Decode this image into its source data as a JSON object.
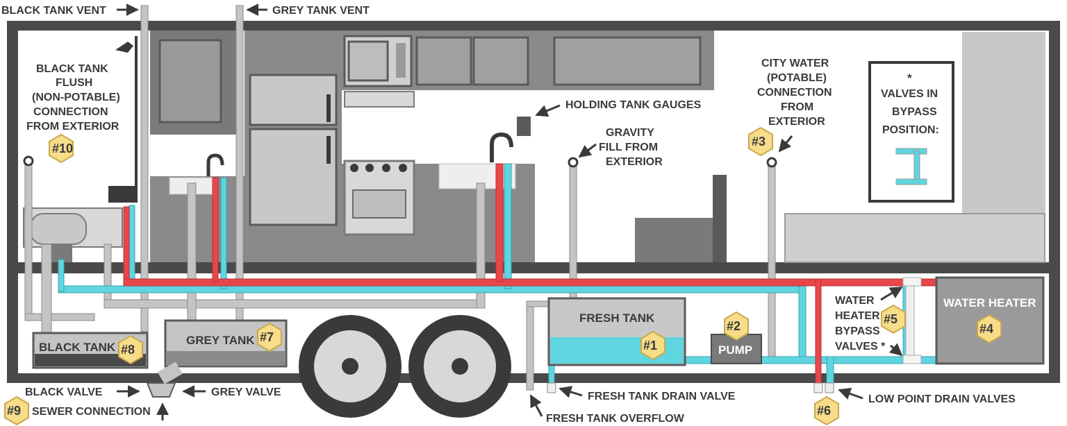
{
  "labels": {
    "black_tank_vent": "BLACK TANK VENT",
    "grey_tank_vent": "GREY TANK VENT",
    "black_tank_flush": [
      "BLACK TANK",
      "FLUSH",
      "(NON-POTABLE)",
      "CONNECTION",
      "FROM EXTERIOR"
    ],
    "holding_tank_gauges": "HOLDING TANK GAUGES",
    "gravity_fill": [
      "GRAVITY",
      "FILL FROM",
      "EXTERIOR"
    ],
    "city_water": [
      "CITY WATER",
      "(POTABLE)",
      "CONNECTION",
      "FROM",
      "EXTERIOR"
    ],
    "valves_bypass_note": [
      "*",
      "VALVES IN",
      "BYPASS",
      "POSITION:"
    ],
    "water_heater": "WATER HEATER",
    "fresh_tank": "FRESH TANK",
    "pump": "PUMP",
    "grey_tank": "GREY TANK",
    "black_tank": "BLACK TANK",
    "water_heater_bypass": [
      "WATER",
      "HEATER",
      "BYPASS",
      "VALVES *"
    ],
    "black_valve": "BLACK VALVE",
    "grey_valve": "GREY VALVE",
    "sewer_connection": "SEWER CONNECTION",
    "fresh_tank_drain_valve": "FRESH TANK DRAIN VALVE",
    "fresh_tank_overflow": "FRESH TANK OVERFLOW",
    "low_point_drain_valves": "LOW POINT DRAIN VALVES"
  },
  "badges": {
    "b1": "#1",
    "b2": "#2",
    "b3": "#3",
    "b4": "#4",
    "b5": "#5",
    "b6": "#6",
    "b7": "#7",
    "b8": "#8",
    "b9": "#9",
    "b10": "#10"
  },
  "colors": {
    "hot_water": "#e8474a",
    "cold_water": "#5fd5df",
    "waste_pipe": "#c4c4c4",
    "frame": "#4a4a4a",
    "badge_fill": "#f7dc8a",
    "fresh_water_fill": "#5fd5df"
  }
}
